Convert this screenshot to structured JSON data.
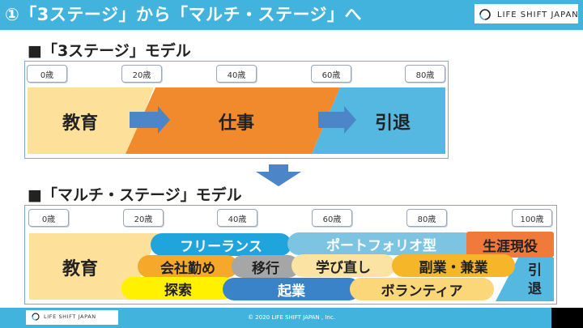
{
  "header": {
    "title": "①「3ステージ」から「マルチ・ステージ」へ",
    "brand": "LIFE SHIFT JAPAN"
  },
  "three_stage": {
    "heading": "■「3ステージ」モデル",
    "ages": [
      "0歳",
      "20歳",
      "40歳",
      "60歳",
      "80歳"
    ],
    "stages": [
      "教育",
      "仕事",
      "引退"
    ]
  },
  "multi_stage": {
    "heading": "■「マルチ・ステージ」モデル",
    "ages": [
      "0歳",
      "20歳",
      "40歳",
      "60歳",
      "80歳",
      "100歳"
    ],
    "education": "教育",
    "retire_top": "引",
    "retire_bottom": "退",
    "pills": {
      "freelance": "フリーランス",
      "portfolio": "ポートフォリオ型",
      "lifelong": "生涯現役",
      "employee": "会社勤め",
      "transition": "移行",
      "relearn": "学び直し",
      "sidejob": "副業・兼業",
      "explore": "探索",
      "startup": "起業",
      "volunteer": "ボランティア"
    }
  },
  "footer": {
    "brand": "LIFE SHIFT JAPAN",
    "copyright": "© 2020 LIFE SHIFT JAPAN , Inc."
  },
  "colors": {
    "header_blue": "#41b3dc",
    "education": "#fde19b",
    "work": "#f18a2c",
    "retire": "#54b8e0",
    "arrow": "#4c86c8"
  }
}
